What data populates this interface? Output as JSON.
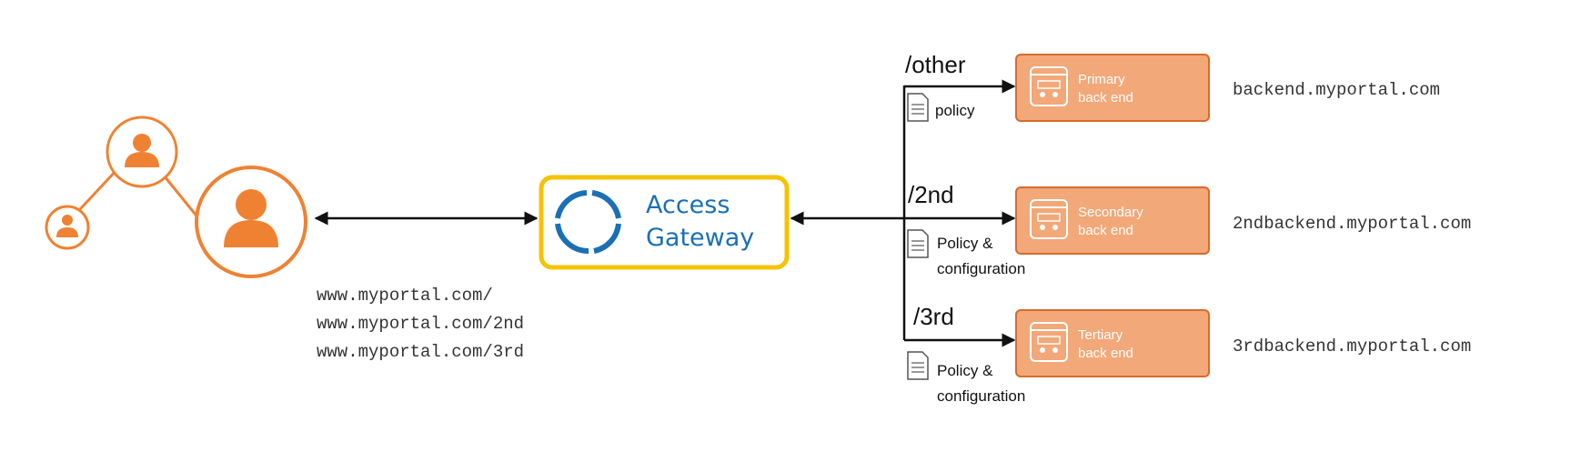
{
  "colors": {
    "user_orange": "#ef8232",
    "backend_fill": "#f2a878",
    "backend_stroke": "#d86a2b",
    "gateway_border": "#f5c300",
    "gateway_text": "#1b6fb5",
    "line": "#111111"
  },
  "gateway": {
    "line1": "Access",
    "line2": "Gateway",
    "icon": "circular-arrows-icon"
  },
  "client_urls": [
    "www.myportal.com/",
    "www.myportal.com/2nd",
    "www.myportal.com/3rd"
  ],
  "routes": [
    {
      "path": "/other",
      "doc_lines": [
        "policy"
      ],
      "backend_line1": "Primary",
      "backend_line2": "back end",
      "host": "backend.myportal.com"
    },
    {
      "path": "/2nd",
      "doc_lines": [
        "Policy &",
        "configuration"
      ],
      "backend_line1": "Secondary",
      "backend_line2": "back end",
      "host": "2ndbackend.myportal.com"
    },
    {
      "path": "/3rd",
      "doc_lines": [
        "Policy &",
        "configuration"
      ],
      "backend_line1": "Tertiary",
      "backend_line2": "back end",
      "host": "3rdbackend.myportal.com"
    }
  ],
  "icons": {
    "user": "user-icon",
    "document": "document-icon",
    "server": "server-icon"
  }
}
